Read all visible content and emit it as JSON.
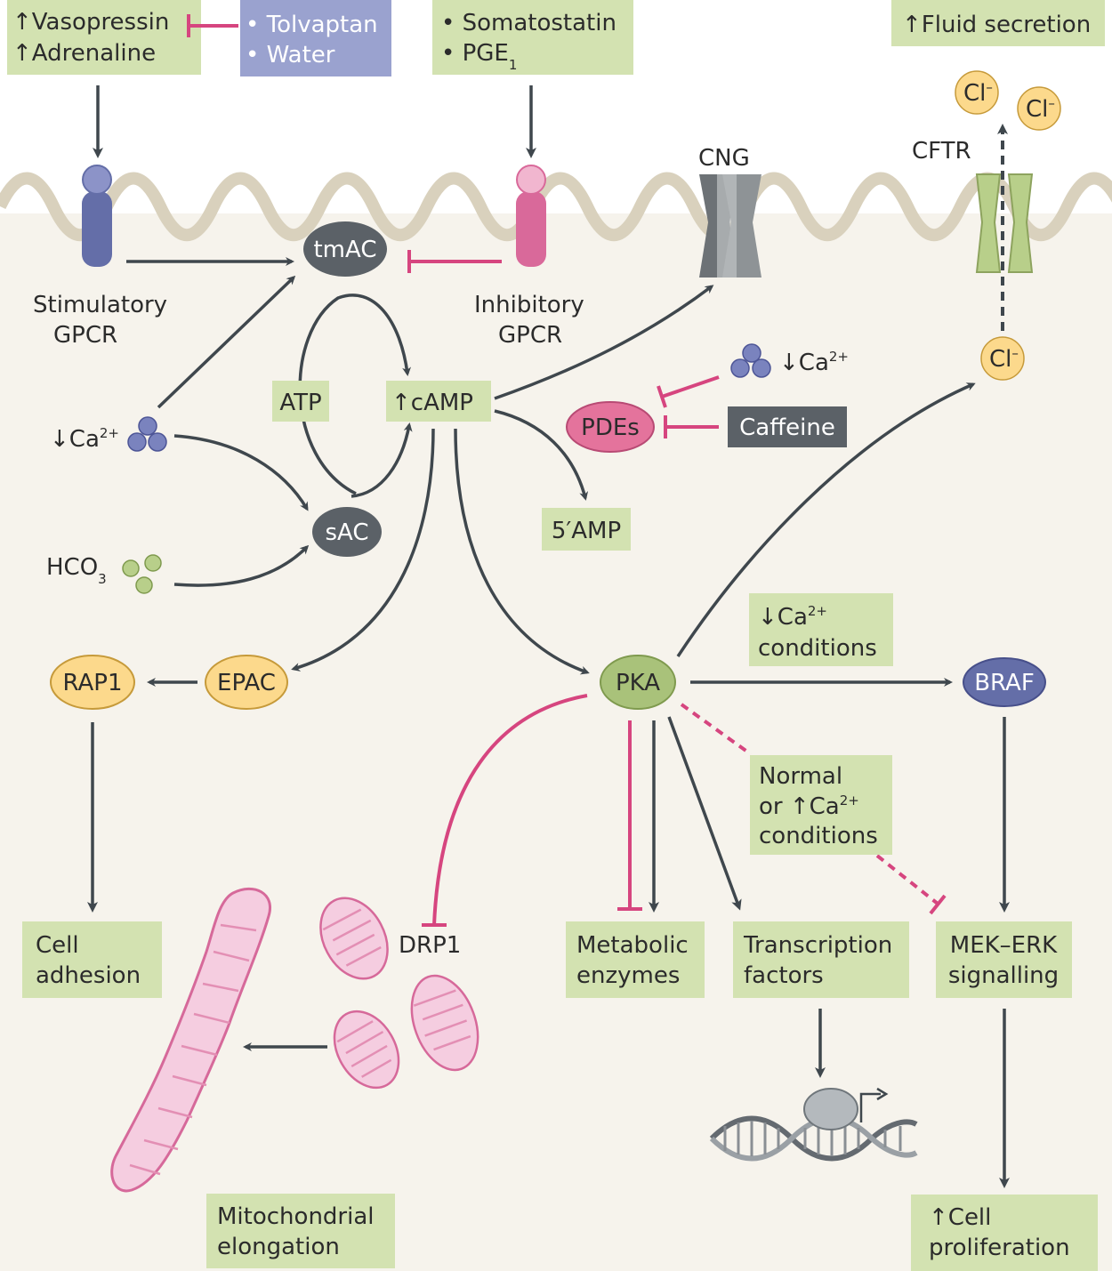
{
  "boxes": {
    "vasopressin": "↑Vasopressin",
    "adrenaline": "↑Adrenaline",
    "tolvaptan": "• Tolvaptan",
    "water": "• Water",
    "somatostatin": "• Somatostatin",
    "pge": "• PGE",
    "pge_sub": "1",
    "fluid_secretion": "↑Fluid secretion",
    "atp": "ATP",
    "camp": "↑cAMP",
    "five_amp": "5′AMP",
    "caffeine": "Caffeine",
    "ca_conditions_1": "↓Ca",
    "ca_conditions_sup": "2+",
    "ca_conditions_2": "conditions",
    "normal_1": "Normal",
    "normal_2": "or ↑Ca",
    "normal_sup": "2+",
    "normal_3": "conditions",
    "cell_adhesion_1": "Cell",
    "cell_adhesion_2": "adhesion",
    "metabolic_1": "Metabolic",
    "metabolic_2": "enzymes",
    "transcription_1": "Transcription",
    "transcription_2": "factors",
    "mek_1": "MEK–ERK",
    "mek_2": "signalling",
    "proliferation_1": "↑Cell",
    "proliferation_2": "proliferation",
    "mito_1": "Mitochondrial",
    "mito_2": "elongation"
  },
  "labels": {
    "cng": "CNG",
    "cftr": "CFTR",
    "stim_1": "Stimulatory",
    "stim_2": "GPCR",
    "inhib_1": "Inhibitory",
    "inhib_2": "GPCR",
    "ca_left": "↓Ca",
    "ca_left_sup": "2+",
    "ca_right": "↓Ca",
    "ca_right_sup": "2+",
    "hco3": "HCO",
    "hco3_sub": "3",
    "drp1": "DRP1"
  },
  "nodes": {
    "tmac": "tmAC",
    "sac": "sAC",
    "pdes": "PDEs",
    "pka": "PKA",
    "epac": "EPAC",
    "rap1": "RAP1",
    "braf": "BRAF",
    "cl": "Cl",
    "cl_sup": "–"
  },
  "colors": {
    "box_green": "#d3e2b1",
    "box_purple": "#9aa2cf",
    "box_dark": "#5b6167",
    "inhibit_pink": "#d6457f",
    "arrow_dark": "#3f474d",
    "membrane": "#d9d1bd",
    "cytoplasm": "#f6f3ec"
  }
}
